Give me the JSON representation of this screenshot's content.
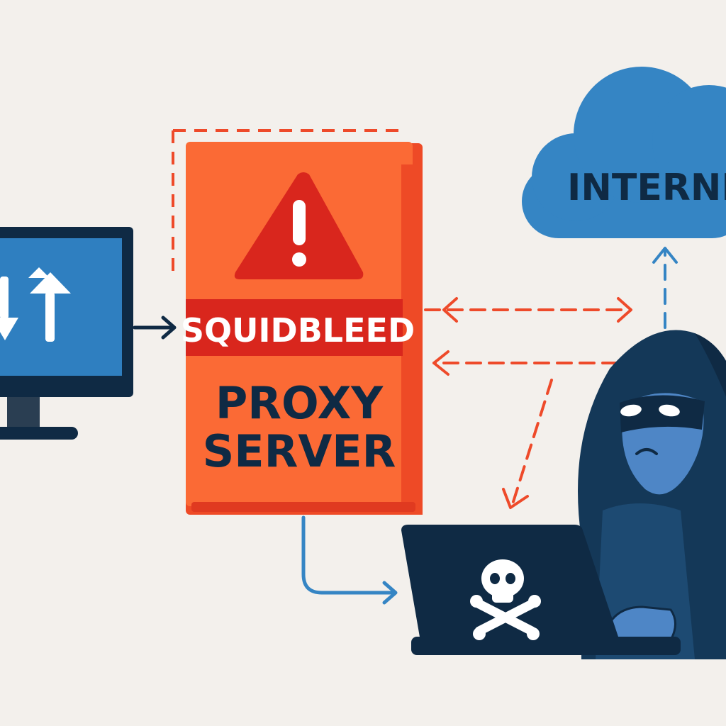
{
  "proxy": {
    "banner_label": "SQUIDBLEED",
    "title_line1": "PROXY",
    "title_line2": "SERVER"
  },
  "cloud": {
    "label": "INTERNE"
  },
  "colors": {
    "background": "#f3f0ec",
    "proxy_orange": "#fb6a35",
    "proxy_side": "#ee4a26",
    "banner_red": "#d9261d",
    "navy": "#0f2a44",
    "monitor_blue": "#2f7fc0",
    "cloud_blue": "#3585c4",
    "attack_arrow": "#ee4a2a",
    "hacker_face": "#4e86c6",
    "hoodie": "#143858"
  },
  "icons": {
    "warning": "warning-triangle-icon",
    "transfer": "up-down-arrows-icon",
    "skull": "skull-crossbones-icon"
  }
}
